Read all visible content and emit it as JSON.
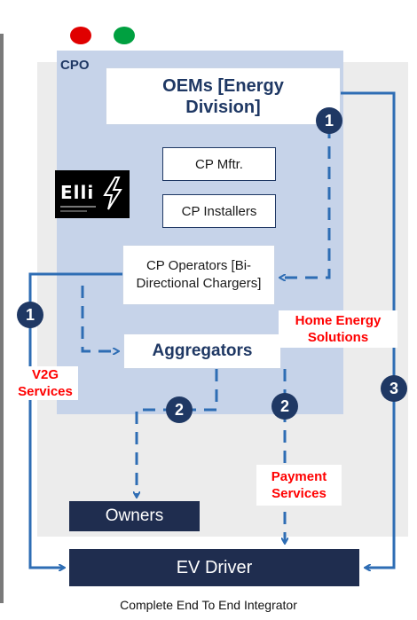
{
  "window": {
    "dot_colors": [
      "#e00000",
      "#00a040"
    ]
  },
  "cpo_label": "CPO",
  "boxes": {
    "oems": "OEMs [Energy Division]",
    "cp_mftr": "CP Mftr.",
    "cp_installers": "CP  Installers",
    "cp_operators": "CP Operators [Bi-Directional Chargers]",
    "aggregators": "Aggregators",
    "owners": "Owners",
    "ev_driver": "EV Driver"
  },
  "logo": {
    "text": "Elli"
  },
  "labels": {
    "v2g": "V2G Services",
    "home_energy": "Home Energy Solutions",
    "payment": "Payment Services"
  },
  "badges": {
    "b1_top": "1",
    "b1_left": "1",
    "b2_left": "2",
    "b2_right": "2",
    "b3": "3"
  },
  "caption": "Complete End To End Integrator",
  "colors": {
    "accent": "#1f3864",
    "flow": "#2e6db4",
    "label_red": "#ff0000",
    "cpo_panel": "#c6d3e9"
  }
}
